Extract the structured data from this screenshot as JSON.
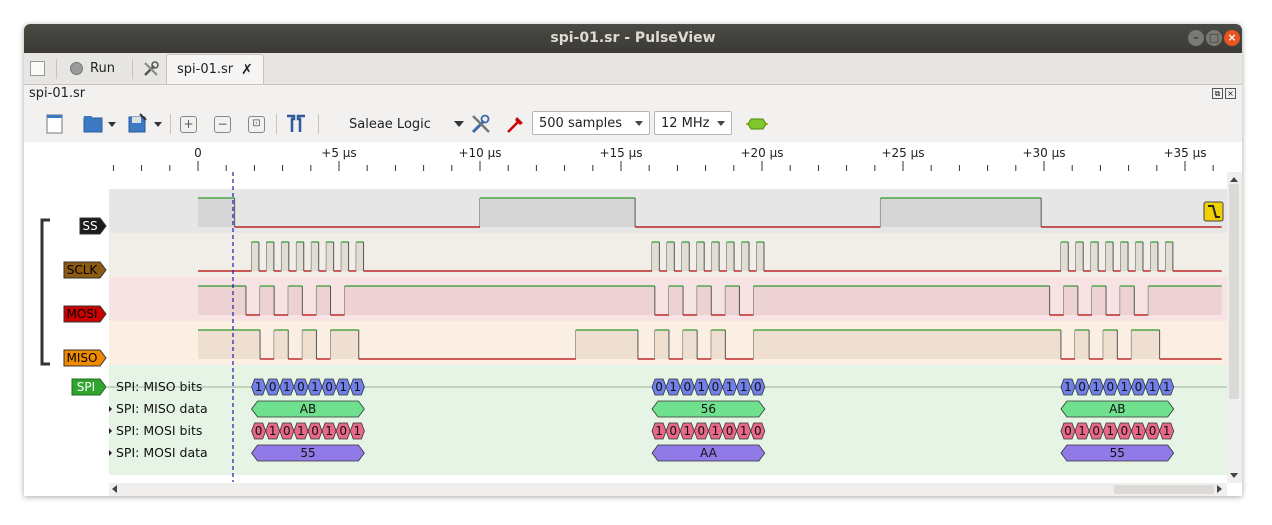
{
  "window": {
    "title": "spi-01.sr - PulseView"
  },
  "tabs": {
    "run_label": "Run",
    "file_tab_label": "spi-01.sr",
    "close_glyph": "✗"
  },
  "session": {
    "label": "spi-01.sr"
  },
  "toolbar": {
    "device": "Saleae Logic",
    "samples": "500  samples",
    "rate": "12 MHz"
  },
  "ruler": {
    "ticks": [
      "0",
      "+5 µs",
      "+10 µs",
      "+15 µs",
      "+20 µs",
      "+25 µs",
      "+30 µs",
      "+35 µs"
    ]
  },
  "channels": [
    {
      "name": "SS",
      "color": "#1b1b1b"
    },
    {
      "name": "SCLK",
      "color": "#8c5a10"
    },
    {
      "name": "MOSI",
      "color": "#cc0000"
    },
    {
      "name": "MISO",
      "color": "#f08a00"
    }
  ],
  "decoder": {
    "name": "SPI",
    "color": "#2fa52f",
    "rows": [
      {
        "label": "SPI: MISO bits",
        "bits": [
          [
            "1",
            "0",
            "1",
            "0",
            "1",
            "0",
            "1",
            "1"
          ],
          [
            "0",
            "1",
            "0",
            "1",
            "0",
            "1",
            "1",
            "0"
          ],
          [
            "1",
            "0",
            "1",
            "0",
            "1",
            "0",
            "1",
            "1"
          ]
        ]
      },
      {
        "label": "SPI: MISO data",
        "values": [
          "AB",
          "56",
          "AB"
        ]
      },
      {
        "label": "SPI: MOSI bits",
        "bits": [
          [
            "0",
            "1",
            "0",
            "1",
            "0",
            "1",
            "0",
            "1"
          ],
          [
            "1",
            "0",
            "1",
            "0",
            "1",
            "0",
            "1",
            "0"
          ],
          [
            "0",
            "1",
            "0",
            "1",
            "0",
            "1",
            "0",
            "1"
          ]
        ]
      },
      {
        "label": "SPI: MOSI data",
        "values": [
          "55",
          "AA",
          "55"
        ]
      }
    ]
  },
  "colors": {
    "high": "#2b9a2b",
    "low": "#b00000",
    "bits_miso": "#7080e8",
    "data_miso": "#6ee08e",
    "bits_mosi": "#e8688a",
    "data_mosi": "#8f7ae8"
  }
}
